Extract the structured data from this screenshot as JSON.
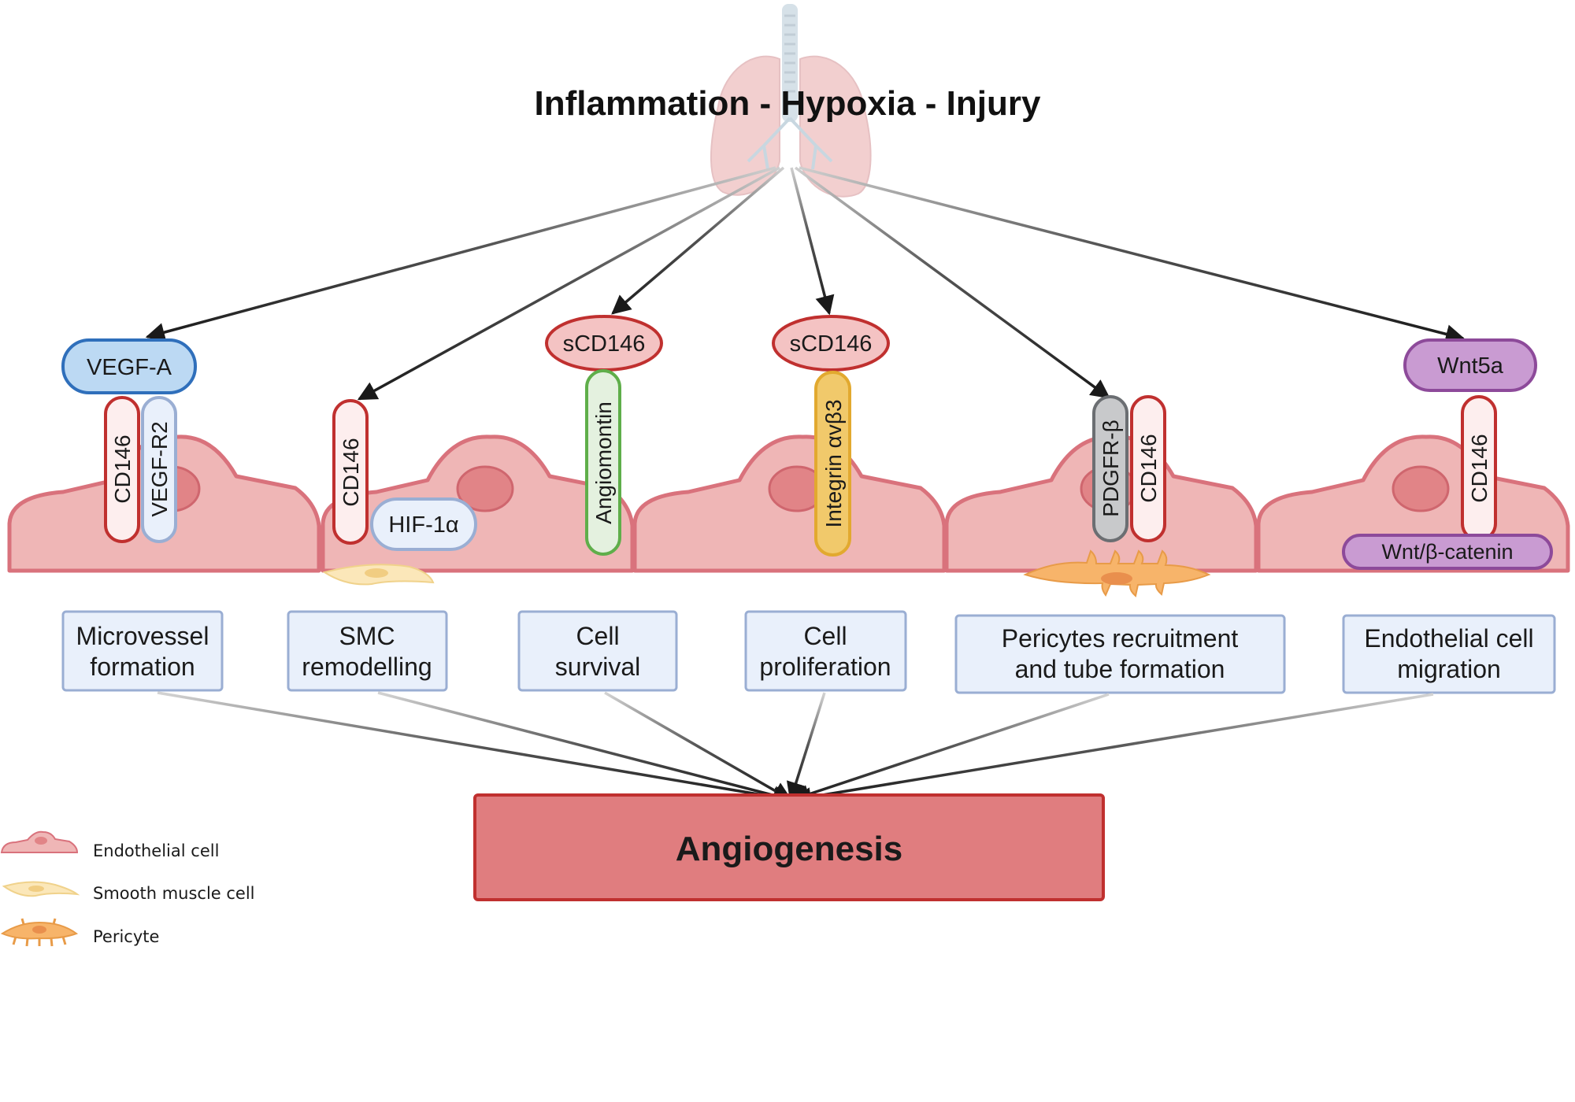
{
  "title": "Inflammation - Hypoxia - Injury",
  "icons": {
    "top": "lungs-icon"
  },
  "colors": {
    "cell_fill": "#efb6b6",
    "cell_stroke": "#d9727c",
    "nucleus": "#e18487",
    "receptor_red_stroke": "#c0302f",
    "receptor_red_fill": "#fdeeee",
    "blue_fill": "#bcd9f3",
    "blue_stroke": "#2f6fbb",
    "outcome_fill": "#e9f0fb",
    "outcome_stroke": "#9aaed3",
    "angio_fill": "#e07d7f",
    "angio_stroke": "#c0302f",
    "purple_fill": "#c99bd2",
    "purple_stroke": "#8d4a9a",
    "green_stroke": "#5fae4a",
    "yellow_fill": "#f1c96b",
    "yellow_stroke": "#e2a92f",
    "grey_fill": "#c8c9cb",
    "grey_stroke": "#6b6e72"
  },
  "columns": [
    {
      "ligand": "VEGF-A",
      "receptors": [
        "CD146",
        "VEGF-R2"
      ],
      "outcome": [
        "Microvessel",
        "formation"
      ]
    },
    {
      "receptor": "CD146",
      "partner": "HIF-1α",
      "outcome": [
        "SMC",
        "remodelling"
      ]
    },
    {
      "ligand": "sCD146",
      "receptor": "Angiomontin",
      "outcome": [
        "Cell",
        "survival"
      ]
    },
    {
      "ligand": "sCD146",
      "receptor": "Integrin  αvβ3",
      "outcome": [
        "Cell",
        "proliferation"
      ]
    },
    {
      "receptors": [
        "PDGFR-β",
        "CD146"
      ],
      "outcome": [
        "Pericytes recruitment",
        "and tube formation"
      ]
    },
    {
      "ligand": "Wnt5a",
      "receptor": "CD146",
      "partner": "Wnt/β-catenin",
      "outcome": [
        "Endothelial cell",
        "migration"
      ]
    }
  ],
  "result": "Angiogenesis",
  "legend": [
    {
      "icon": "endothelial-cell-icon",
      "label": "Endothelial cell"
    },
    {
      "icon": "smooth-muscle-cell-icon",
      "label": "Smooth muscle cell"
    },
    {
      "icon": "pericyte-icon",
      "label": "Pericyte"
    }
  ]
}
